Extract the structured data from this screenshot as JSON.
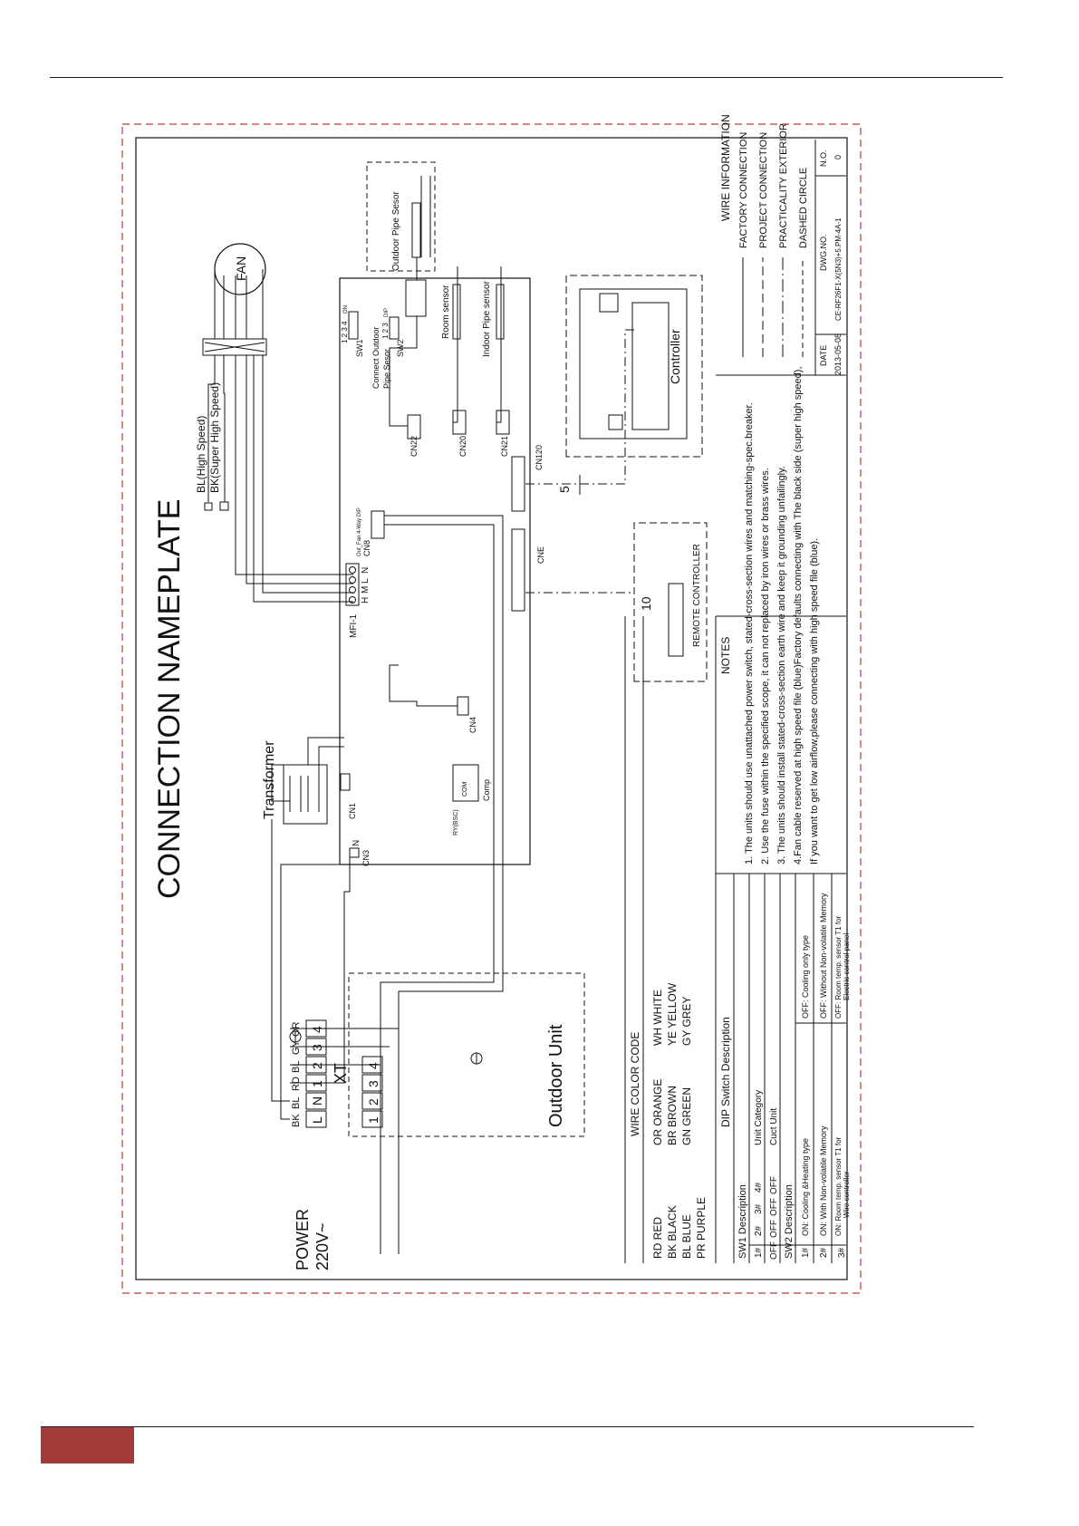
{
  "colors": {
    "frame": "#c23b3b",
    "ink": "#111111",
    "footer_block": "#a33a3a"
  },
  "title": "CONNECTION NAMEPLATE",
  "fan": {
    "label": "FAN",
    "wires": [
      "BL(High Speed)",
      "BK(Super High Speed)"
    ]
  },
  "transformer": "Transformer",
  "board": {
    "mfi": "MFI-1",
    "mfi_pins": [
      "H",
      "M",
      "L",
      "N"
    ],
    "cn3": "CN3",
    "cn3_pin": "N",
    "cn1": "CN1",
    "ry": "RY(BSC)",
    "com": "COM",
    "comp": "Comp",
    "cn4": "CN4",
    "cn8": "CN8",
    "cn8_note": "Out_Fan 4-Way DIP",
    "cne": "CNE",
    "cn120": "CN120",
    "cn20": "CN20",
    "cn21": "CN21",
    "cn22": "CN22",
    "sw1": "SW1",
    "sw1_pins": "1 2 3 4",
    "sw2": "SW2",
    "sw2_pins": "1 2 3",
    "on": "ON",
    "dip": "DIP"
  },
  "sensors": {
    "outdoor_pipe": "Outdoor Pipe Sesor",
    "connect_line1": "Connect Outdoor",
    "connect_line2": "Pipe Sesor",
    "room": "Room sensor",
    "indoor_pipe": "Indoor Pipe sensor"
  },
  "controller": "Controller",
  "remote": "REMOTE CONTROLLER",
  "cable5": "5",
  "cable10": "10",
  "power": {
    "label": "POWER",
    "voltage": "220V~"
  },
  "terminal": {
    "xt": "XT",
    "pins": [
      "L",
      "N",
      "1",
      "2",
      "3",
      "4"
    ],
    "wires": [
      "BK",
      "BL",
      "RD",
      "BL",
      "GY",
      "OR"
    ]
  },
  "outdoor": {
    "label": "Outdoor Unit",
    "pins": [
      "1",
      "2",
      "3",
      "4"
    ]
  },
  "wire_color_code": {
    "title": "WIRE COLOR CODE",
    "col1": [
      "RD  RED",
      "BK  BLACK",
      "BL  BLUE",
      "PR  PURPLE"
    ],
    "col2": [
      "OR  ORANGE",
      "BR  BROWN",
      "GN  GREEN"
    ],
    "col3": [
      "WH  WHITE",
      "YE  YELLOW",
      "GY  GREY"
    ]
  },
  "dip_switch": {
    "title": "DIP Switch Description",
    "sw1_title": "SW1 Description",
    "sw1_head": [
      "1#",
      "2#",
      "3#",
      "4#"
    ],
    "sw1_row": [
      "OFF",
      "OFF",
      "OFF",
      "OFF"
    ],
    "sw1_cat_label": "Unit Category",
    "sw1_cat_value": "Cuct Unit",
    "sw2_title": "SW2 Description",
    "rows": [
      {
        "num": "1#",
        "on": "ON:  Cooling &Heating type",
        "off": "OFF:  Cooling only type"
      },
      {
        "num": "2#",
        "on": "ON:  With Non-volatile Memory",
        "off": "OFF:  Without Non-volatile Memory"
      },
      {
        "num": "3#",
        "on_1": "ON:  Room temp. sensor T1 for",
        "on_2": "Wire controller",
        "off_1": "OFF:  Room temp. sensor T1 for",
        "off_2": "Electric control panel"
      }
    ]
  },
  "notes": {
    "title": "NOTES",
    "lines": [
      "1. The units should use unattached power switch, stated-cross-section wires and matching-spec.breaker.",
      "2. Use the fuse within the specified scope, it can not replaced by iron wires or brass wires.",
      "3. The units should install stated-cross-section earth wire and keep it grounding unfailingly.",
      "4.Fan cable reserved at high speed file (blue)Factory defaults connecting with The black side (super high speed),",
      "If you want to get low airflow,please connecting with high speed file (blue)."
    ]
  },
  "wire_info": {
    "title": "WIRE INFORMATION",
    "items": [
      "FACTORY CONNECTION",
      "PROJECT CONNECTION",
      "PRACTICALITY EXTERIOR",
      "DASHED CIRCLE"
    ]
  },
  "title_block": {
    "date_label": "DATE",
    "date": "2013-05-08",
    "dwg_label": "DWG.NO.",
    "dwg": "CE-RF26F1-X(5N3)+5.PM-4A-1",
    "no_label": "N.O.",
    "no": "0"
  }
}
